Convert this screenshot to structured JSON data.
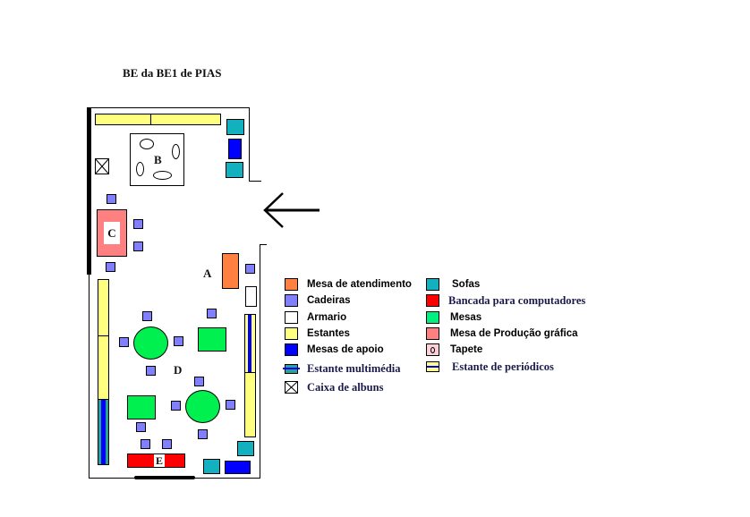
{
  "title": "BE da BE1 de PIAS",
  "zones": {
    "a": "A",
    "b": "B",
    "c": "C",
    "d": "D",
    "e": "E"
  },
  "colors": {
    "mesa_atendimento": "#ff8040",
    "cadeiras": "#8080ff",
    "armario": "#ffffff",
    "estantes": "#ffff80",
    "mesas_apoio": "#0000ff",
    "estante_multimedia": "#2aa198",
    "sofas": "#13b0c0",
    "bancada": "#ff0000",
    "mesas": "#00f050",
    "mesa_producao": "#ff8080",
    "tapete": "#ffd0d8"
  },
  "legend": {
    "left": [
      {
        "label": "Mesa de atendimento",
        "icon": "orange-square"
      },
      {
        "label": "Cadeiras",
        "icon": "lavender-square"
      },
      {
        "label": "Armario",
        "icon": "white-square"
      },
      {
        "label": "Estantes",
        "icon": "yellow-square"
      },
      {
        "label": "Mesas de apoio",
        "icon": "blue-square"
      },
      {
        "label": "Estante multimédia",
        "icon": "teal-bar-blue-line"
      },
      {
        "label": "Caixa de albuns",
        "icon": "crossed-box"
      }
    ],
    "right": [
      {
        "label": "Sofas",
        "icon": "teal-square"
      },
      {
        "label": "Bancada para computadores",
        "icon": "red-square"
      },
      {
        "label": "Mesas",
        "icon": "green-square"
      },
      {
        "label": "Mesa de Produção gráfica",
        "icon": "salmon-square"
      },
      {
        "label": "Tapete",
        "icon": "pink-oval-square"
      },
      {
        "label": "Estante de periódicos",
        "icon": "yellow-bar-blue-line"
      }
    ]
  }
}
